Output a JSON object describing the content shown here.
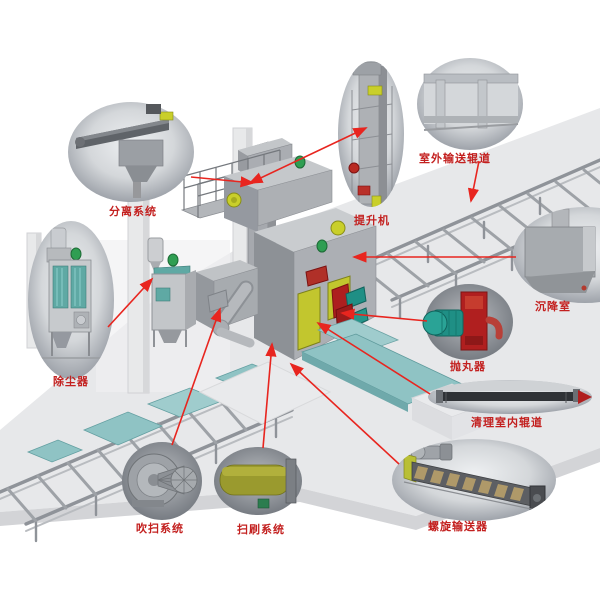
{
  "diagram": {
    "type": "annotated machine overview (shot blasting roller-conveyor line) with detail callout balloons",
    "callouts": {
      "separation": {
        "label": "分离系统"
      },
      "hoist": {
        "label": "提升机"
      },
      "outdoor_roller": {
        "label": "室外输送辊道"
      },
      "settling": {
        "label": "沉降室"
      },
      "blast_wheel": {
        "label": "抛丸器"
      },
      "indoor_roller": {
        "label": "清理室内辊道"
      },
      "screw": {
        "label": "螺旋输送器"
      },
      "dust": {
        "label": "除尘器"
      },
      "blow": {
        "label": "吹扫系统"
      },
      "brush": {
        "label": "扫刷系统"
      }
    },
    "colors": {
      "label_text": "#c3201f",
      "arrow": "#e8251f",
      "machine_red": "#b01f1f",
      "motor_teal": "#1f8f85",
      "motor_green": "#2f9e52",
      "door_yellow": "#c2c62e",
      "filter_teal": "#5fa9a4",
      "workpiece_teal": "#8fc3c4",
      "steel_gray": "#a8abaf",
      "floor_gray": "#e7e8ea",
      "balloon_silver": "#d6d9dc"
    }
  }
}
